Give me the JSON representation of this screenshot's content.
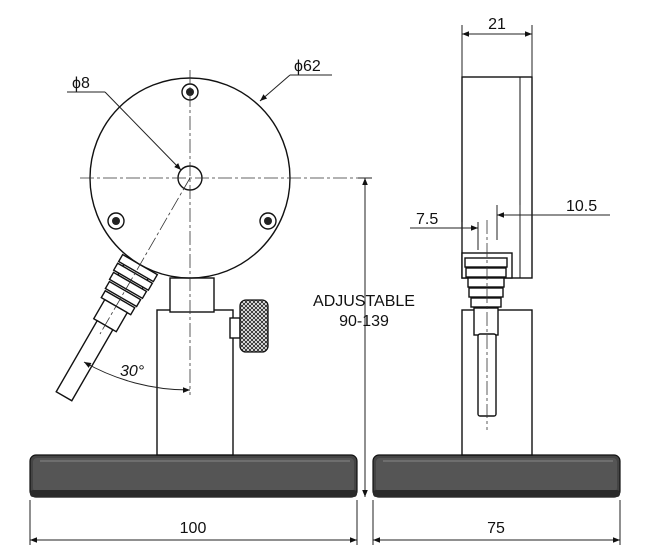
{
  "labels": {
    "dia_small": "ϕ8",
    "dia_large": "ϕ62",
    "width_side": "21",
    "offset_right": "10.5",
    "offset_left": "7.5",
    "adjustable_line1": "ADJUSTABLE",
    "adjustable_line2": "90-139",
    "angle": "30°",
    "base_front": "100",
    "base_side": "75"
  },
  "colors": {
    "line": "#111111",
    "knurl": "#2a2a2a",
    "base_fill": "#3a3a3a"
  }
}
